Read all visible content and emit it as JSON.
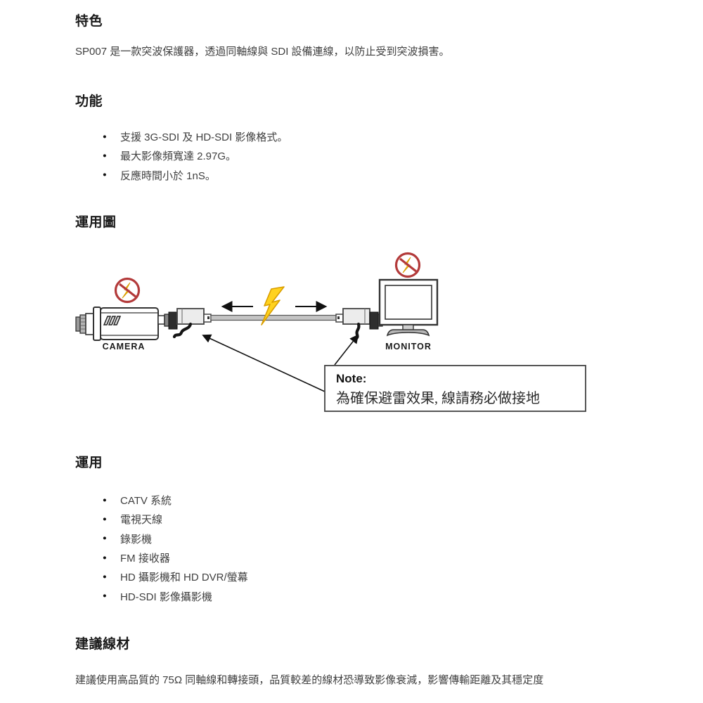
{
  "colors": {
    "background": "#ffffff",
    "heading_text": "#1a1a1a",
    "body_text": "#3f3f3f",
    "prohibition_red": "#b33a3a",
    "lightning_yellow": "#ffd21e",
    "lightning_outline": "#d99e00",
    "diagram_line": "#333333",
    "device_gray": "#ececec",
    "cable_gray": "#c4c4c4"
  },
  "icons": {
    "bullet": "●",
    "no_lightning_left": "no-lightning-icon",
    "no_lightning_right": "no-lightning-icon",
    "lightning": "lightning-bolt-icon"
  },
  "features": {
    "heading": "特色",
    "body": "SP007 是一款突波保護器，透過同軸線與 SDI 設備連線，以防止受到突波損害。"
  },
  "functions": {
    "heading": "功能",
    "items": [
      "支援 3G-SDI 及 HD-SDI 影像格式。",
      "最大影像頻寬達 2.97G。",
      "反應時間小於 1nS。"
    ]
  },
  "application_diagram": {
    "heading": "運用圖",
    "camera_label": "CAMERA",
    "monitor_label": "MONITOR",
    "note": {
      "title": "Note:",
      "text": "為確保避雷效果, 線請務必做接地"
    }
  },
  "applications": {
    "heading": "運用",
    "items": [
      "CATV 系統",
      "電視天線",
      "錄影機",
      "FM 接收器",
      "HD 攝影機和 HD DVR/螢幕",
      "HD-SDI 影像攝影機"
    ]
  },
  "recommended_cable": {
    "heading": "建議線材",
    "body": "建議使用高品質的 75Ω 同軸線和轉接頭，品質較差的線材恐導致影像衰減，影響傳輸距離及其穩定度"
  }
}
